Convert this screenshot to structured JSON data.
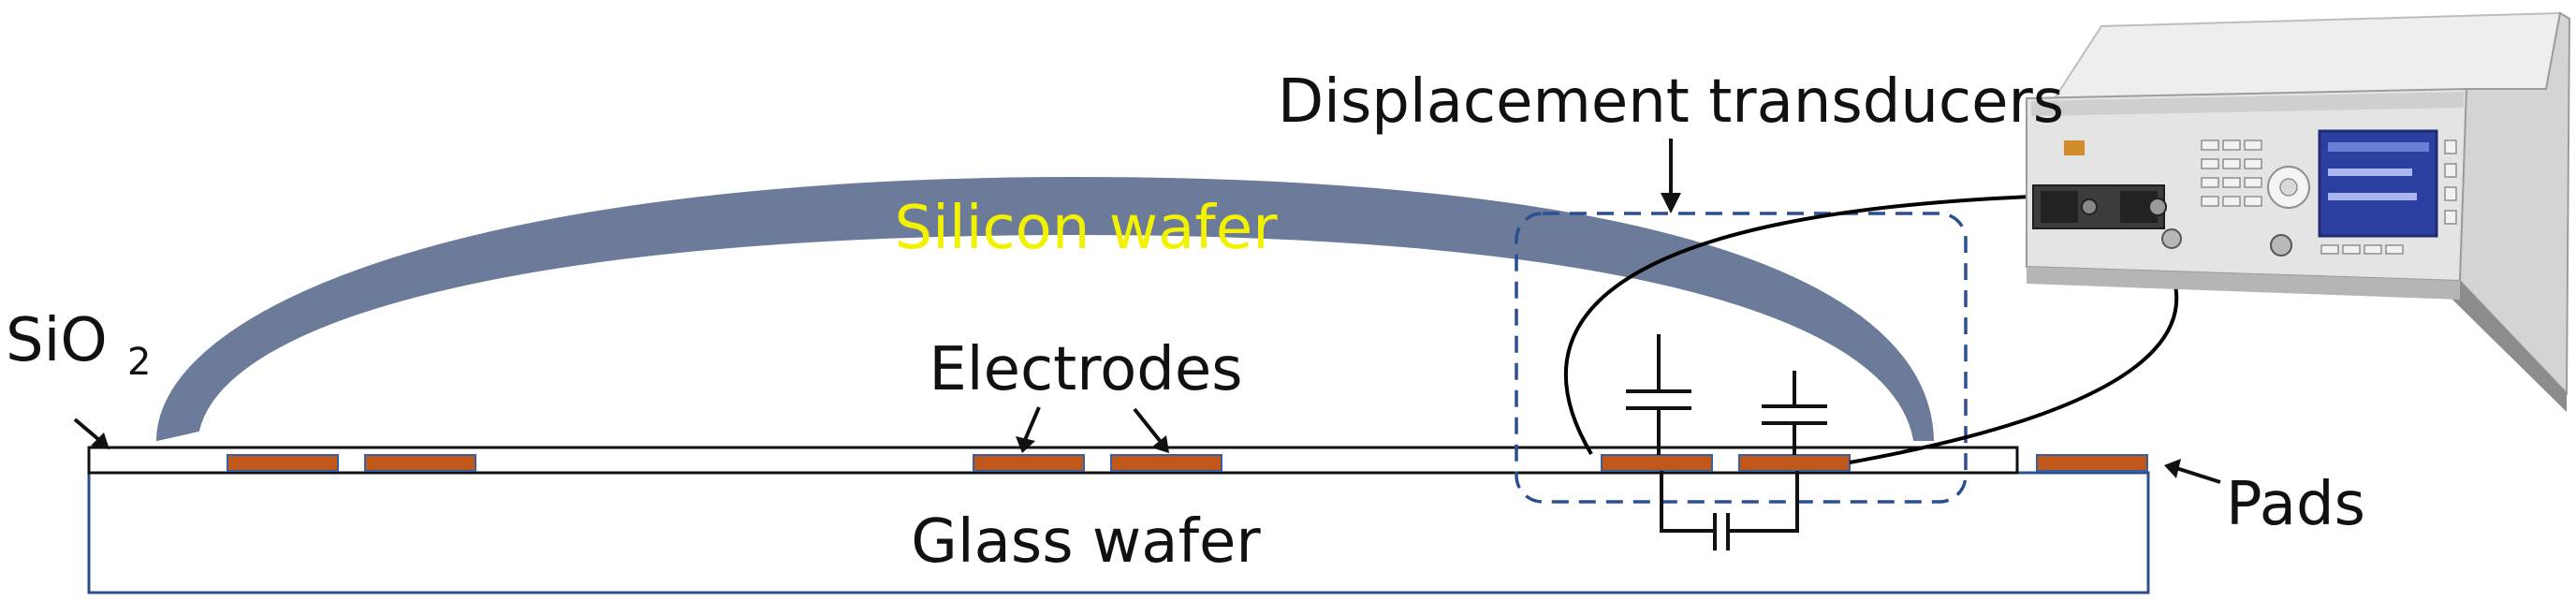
{
  "labels": {
    "sio2_main": "SiO",
    "sio2_sub": "2",
    "silicon_wafer": "Silicon wafer",
    "electrodes": "Electrodes",
    "glass_wafer": "Glass wafer",
    "pads": "Pads",
    "displacement_transducers": "Displacement transducers"
  },
  "colors": {
    "silicon_wafer": "#6b7b99",
    "silicon_wafer_label": "#f2f200",
    "electrode": "#c0581c",
    "electrode_border": "#3a5fa0",
    "glass_wafer_border": "#2c4f8f",
    "dashed_box": "#2c4f8f",
    "wire": "#000000",
    "instrument_body": "#e4e4e4",
    "instrument_screen": "#2b3fa0"
  },
  "icons": {
    "instrument": "lcr-meter-icon",
    "capacitor": "capacitor-icon"
  }
}
